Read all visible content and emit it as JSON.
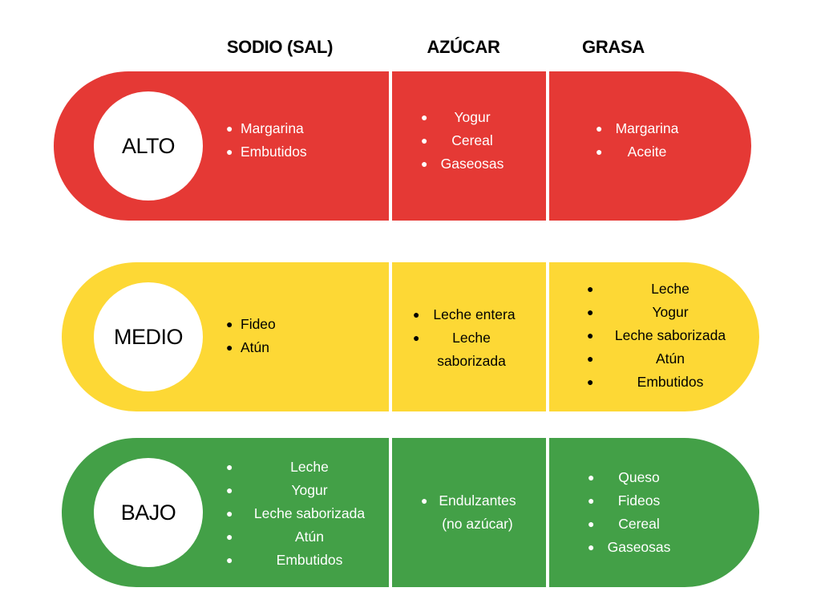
{
  "headers": [
    "SODIO (SAL)",
    "AZÚCAR",
    "GRASA"
  ],
  "colors": {
    "alto": "#E53935",
    "medio": "#FDD835",
    "bajo": "#43A047"
  },
  "rows": [
    {
      "level": "ALTO",
      "sodio": [
        "Margarina",
        "Embutidos"
      ],
      "azucar": [
        "Yogur",
        "Cereal",
        "Gaseosas"
      ],
      "grasa": [
        "Margarina",
        "Aceite"
      ]
    },
    {
      "level": "MEDIO",
      "sodio": [
        "Fideo",
        "Atún"
      ],
      "azucar": [
        "Leche entera",
        "Leche saborizada"
      ],
      "grasa": [
        "Leche",
        "Yogur",
        "Leche saborizada",
        "Atún",
        "Embutidos"
      ]
    },
    {
      "level": "BAJO",
      "sodio": [
        "Leche",
        "Yogur",
        "Leche saborizada",
        "Atún",
        "Embutidos"
      ],
      "azucar": [
        "Endulzantes (no azúcar)"
      ],
      "grasa": [
        "Queso",
        "Fideos",
        "Cereal",
        "Gaseosas"
      ]
    }
  ]
}
